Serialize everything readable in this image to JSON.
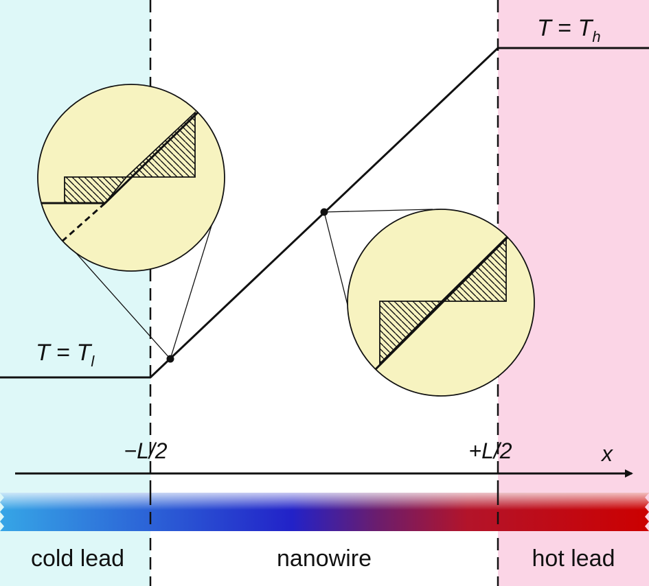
{
  "colors": {
    "cold_region": "#def8f8",
    "hot_region": "#fbd5e6",
    "inset_fill": "#f7f3c0",
    "line": "#111111",
    "gradient": [
      "#36a6e6",
      "#2222c8",
      "#6a1d6e",
      "#b3142a",
      "#cc0000"
    ]
  },
  "labels": {
    "temp_hot": {
      "T": "T",
      "eq": " = ",
      "T2": "T",
      "sub": "h"
    },
    "temp_cold": {
      "T": "T",
      "eq": " = ",
      "T2": "T",
      "sub": "l"
    },
    "left_boundary": "−L/2",
    "right_boundary": "+L/2",
    "axis_variable": "x",
    "cold_lead": "cold lead",
    "nanowire": "nanowire",
    "hot_lead": "hot lead"
  }
}
